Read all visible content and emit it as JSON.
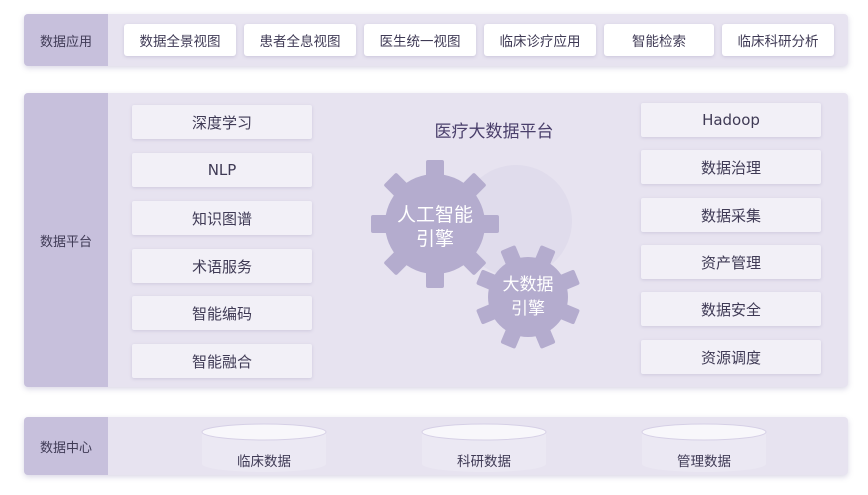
{
  "data_app": {
    "label": "数据应用",
    "items": [
      "数据全景视图",
      "患者全息视图",
      "医生统一视图",
      "临床诊疗应用",
      "智能检索",
      "临床科研分析"
    ]
  },
  "data_platform": {
    "label": "数据平台",
    "title": "医疗大数据平台",
    "left_items": [
      "深度学习",
      "NLP",
      "知识图谱",
      "术语服务",
      "智能编码",
      "智能融合"
    ],
    "right_items": [
      "Hadoop",
      "数据治理",
      "数据采集",
      "资产管理",
      "数据安全",
      "资源调度"
    ],
    "gear_ai": [
      "人工智能",
      "引擎"
    ],
    "gear_bigdata": [
      "大数据",
      "引擎"
    ]
  },
  "data_center": {
    "label": "数据中心",
    "items": [
      "临床数据",
      "科研数据",
      "管理数据"
    ]
  },
  "colors": {
    "band_bg": "#e7e3f0",
    "label_bg": "#c7c0dc",
    "gear_fill": "#b4acce",
    "gear_light": "#d9d3e8"
  },
  "icons": [
    "gear-icon",
    "database-icon"
  ]
}
